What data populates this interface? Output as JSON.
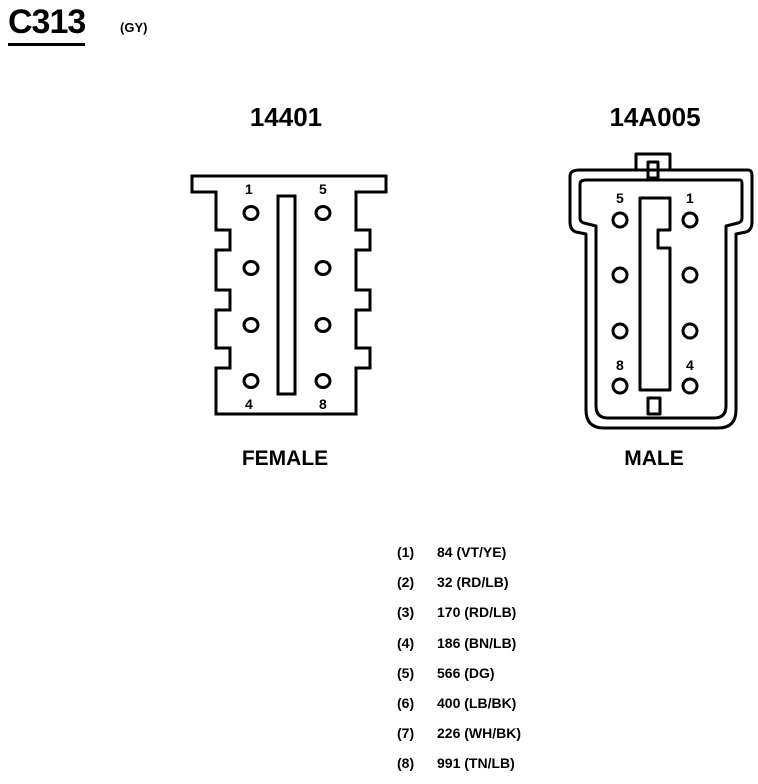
{
  "connector": {
    "id": "C313",
    "color_code": "(GY)"
  },
  "left_connector": {
    "part_number": "14401",
    "gender": "FEMALE",
    "pin_labels": [
      "1",
      "5",
      "4",
      "8"
    ]
  },
  "right_connector": {
    "part_number": "14A005",
    "gender": "MALE",
    "pin_labels": [
      "5",
      "1",
      "8",
      "4"
    ]
  },
  "pinout": [
    {
      "pin": "(1)",
      "circuit": "84 (VT/YE)"
    },
    {
      "pin": "(2)",
      "circuit": "32 (RD/LB)"
    },
    {
      "pin": "(3)",
      "circuit": "170 (RD/LB)"
    },
    {
      "pin": "(4)",
      "circuit": "186 (BN/LB)"
    },
    {
      "pin": "(5)",
      "circuit": "566 (DG)"
    },
    {
      "pin": "(6)",
      "circuit": "400 (LB/BK)"
    },
    {
      "pin": "(7)",
      "circuit": "226 (WH/BK)"
    },
    {
      "pin": "(8)",
      "circuit": "991 (TN/LB)"
    }
  ]
}
